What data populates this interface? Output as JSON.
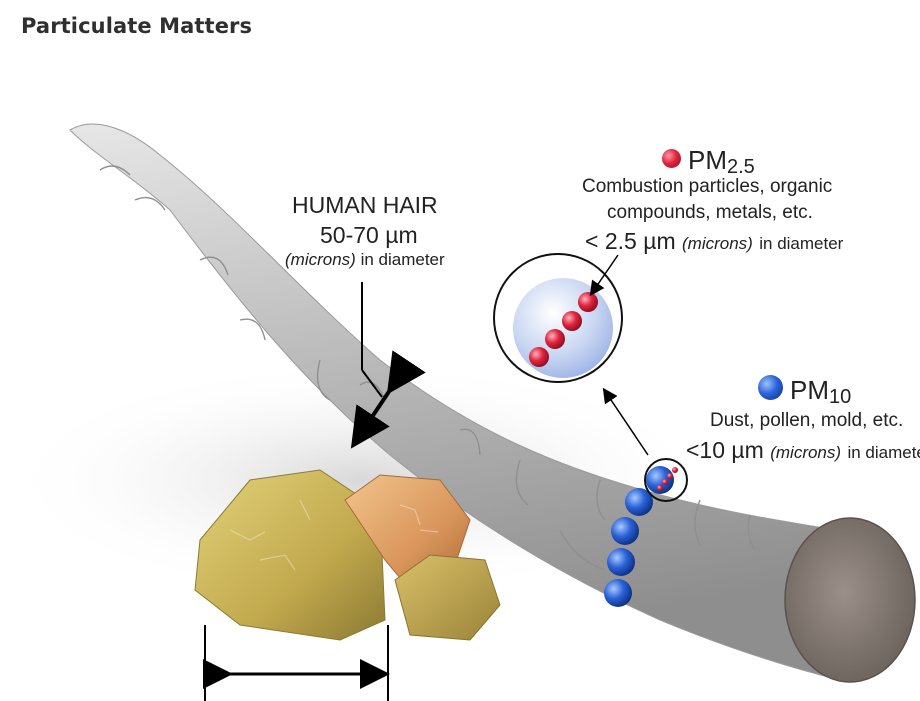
{
  "page": {
    "title": "Particulate Matters"
  },
  "hair": {
    "title": "HUMAN HAIR",
    "size": "50-70",
    "unit_symbol": "µm",
    "unit_note": "(microns)",
    "diameter_text": "in diameter"
  },
  "pm25": {
    "name_main": "PM",
    "name_sub": "2.5",
    "desc_line1": "Combustion particles, organic",
    "desc_line2": "compounds, metals, etc.",
    "size": "< 2.5",
    "unit_symbol": "µm",
    "unit_note": "(microns)",
    "diameter_text": "in diameter"
  },
  "pm10": {
    "name_main": "PM",
    "name_sub": "10",
    "desc": "Dust, pollen, mold, etc.",
    "size": "<10",
    "unit_symbol": "µm",
    "unit_note": "(microns)",
    "diameter_text": "in diameter"
  },
  "colors": {
    "pm25_red": "#e0243e",
    "pm10_blue": "#2b63d8",
    "hair_gray": "#b9b9b9",
    "sand_gold": "#c9b25a"
  },
  "icons": {
    "red_dot": "red-sphere-icon",
    "blue_dot": "blue-sphere-icon"
  }
}
